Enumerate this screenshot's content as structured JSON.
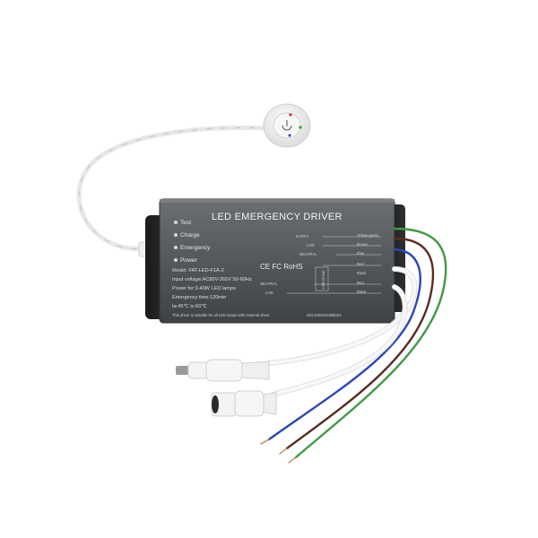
{
  "product": {
    "title": "LED EMERGENCY DRIVER",
    "indicators": [
      "Test",
      "Charge",
      "Emergency",
      "Power"
    ],
    "specs": [
      "Model: FAT-LED-F1A-2",
      "Input voltage:AC85V-265V 50-60Hz",
      "Power for:3-40W LED lamps",
      "Emergency time:120min",
      "ta:45℃   tc:60℃"
    ],
    "note": "This driver is suitable for all LED lamps with external driver.",
    "certifications": "CE FC RoHS",
    "wiring": [
      {
        "terminal": "EARTH",
        "color": "Yellow-green"
      },
      {
        "terminal": "LIVE",
        "color": "Brown"
      },
      {
        "terminal": "NEUTRAL",
        "color": "Blue"
      },
      {
        "terminal": "",
        "color": "Red"
      },
      {
        "terminal": "NEUTRAL",
        "color": "Black"
      },
      {
        "terminal": "LIVE",
        "color": "Red"
      },
      {
        "terminal": "",
        "color": "Black"
      }
    ],
    "side_label": "LED Driver",
    "serial": "S/N:2009201908024",
    "colors": {
      "case": "#505356",
      "wire_green": "#3e9a45",
      "wire_brown": "#5a2a1f",
      "wire_blue": "#2a47b8",
      "cable_white": "#f4f4f4"
    }
  }
}
